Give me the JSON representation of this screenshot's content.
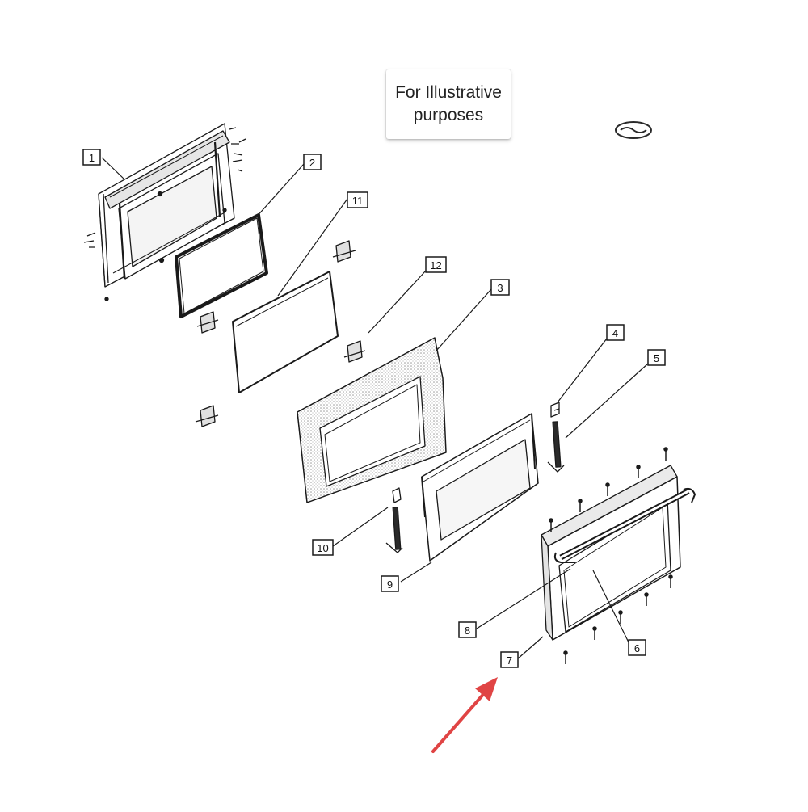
{
  "notice": {
    "text": "For Illustrative\npurposes"
  },
  "callouts": [
    {
      "id": "1",
      "label": "1"
    },
    {
      "id": "2",
      "label": "2"
    },
    {
      "id": "3",
      "label": "3"
    },
    {
      "id": "4",
      "label": "4"
    },
    {
      "id": "5",
      "label": "5"
    },
    {
      "id": "6",
      "label": "6"
    },
    {
      "id": "7",
      "label": "7"
    },
    {
      "id": "8",
      "label": "8"
    },
    {
      "id": "9",
      "label": "9"
    },
    {
      "id": "10",
      "label": "10"
    },
    {
      "id": "11",
      "label": "11"
    },
    {
      "id": "12",
      "label": "12"
    }
  ],
  "highlight": {
    "target_callout": "7",
    "arrow_color": "#e04444"
  },
  "colors": {
    "line": "#1a1a1a",
    "shade": "#cfcfcf"
  },
  "icons": [
    "logo-mark-icon",
    "highlight-arrow-icon"
  ]
}
